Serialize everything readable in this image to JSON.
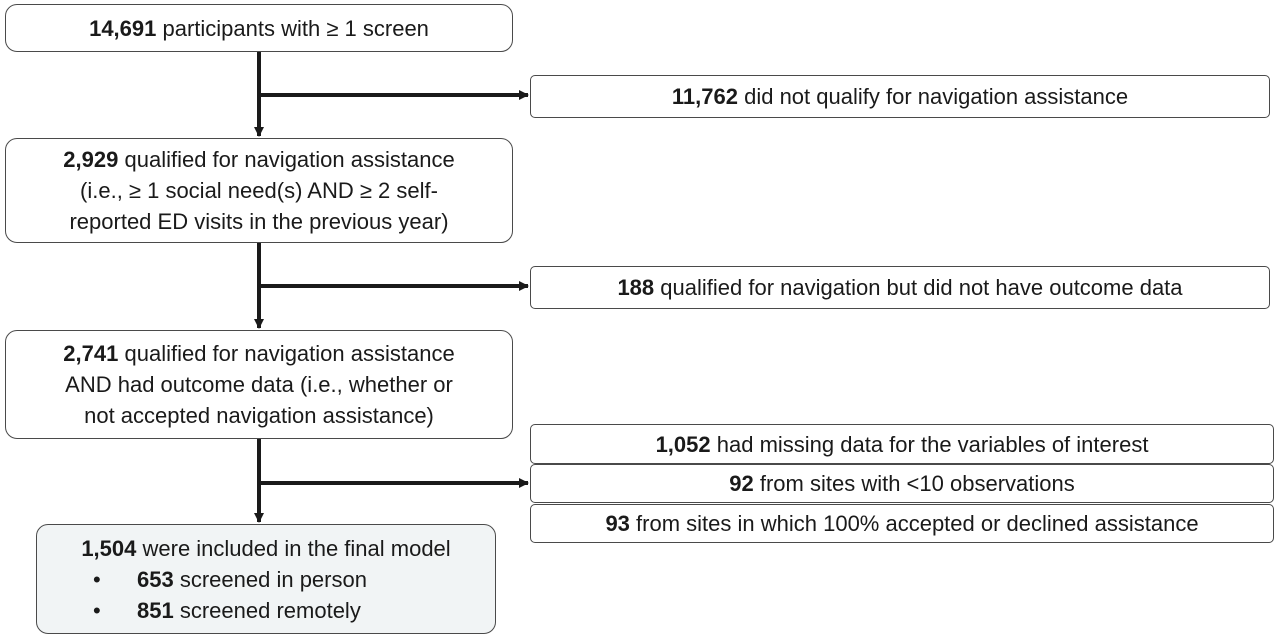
{
  "flow": {
    "box1": {
      "num": "14,691",
      "text": "participants with ≥ 1 screen"
    },
    "excl1": {
      "num": "11,762",
      "text": "did not qualify for navigation assistance"
    },
    "box2": {
      "num": "2,929",
      "line1": "qualified for navigation assistance",
      "line2": "(i.e., ≥ 1 social need(s) AND ≥ 2 self-",
      "line3": "reported ED visits in the previous year)"
    },
    "excl2": {
      "num": "188",
      "text": "qualified for navigation but did not have outcome data"
    },
    "box3": {
      "num": "2,741",
      "line1": "qualified for navigation assistance",
      "line2": "AND had outcome data (i.e., whether or",
      "line3": "not accepted navigation assistance)"
    },
    "excl3a": {
      "num": "1,052",
      "text": "had missing data for the variables of interest"
    },
    "excl3b": {
      "num": "92",
      "text": "from sites with <10 observations"
    },
    "excl3c": {
      "num": "93",
      "text": "from sites in which 100% accepted or declined assistance"
    },
    "final": {
      "num": "1,504",
      "text": "were included in the final model",
      "bullets": [
        {
          "marker": "•",
          "num": "653",
          "text": "screened in person"
        },
        {
          "marker": "•",
          "num": "851",
          "text": "screened remotely"
        }
      ]
    }
  },
  "colors": {
    "line": "#1a1a1a",
    "border": "#4a4a4a",
    "final_fill": "#f1f4f5"
  }
}
